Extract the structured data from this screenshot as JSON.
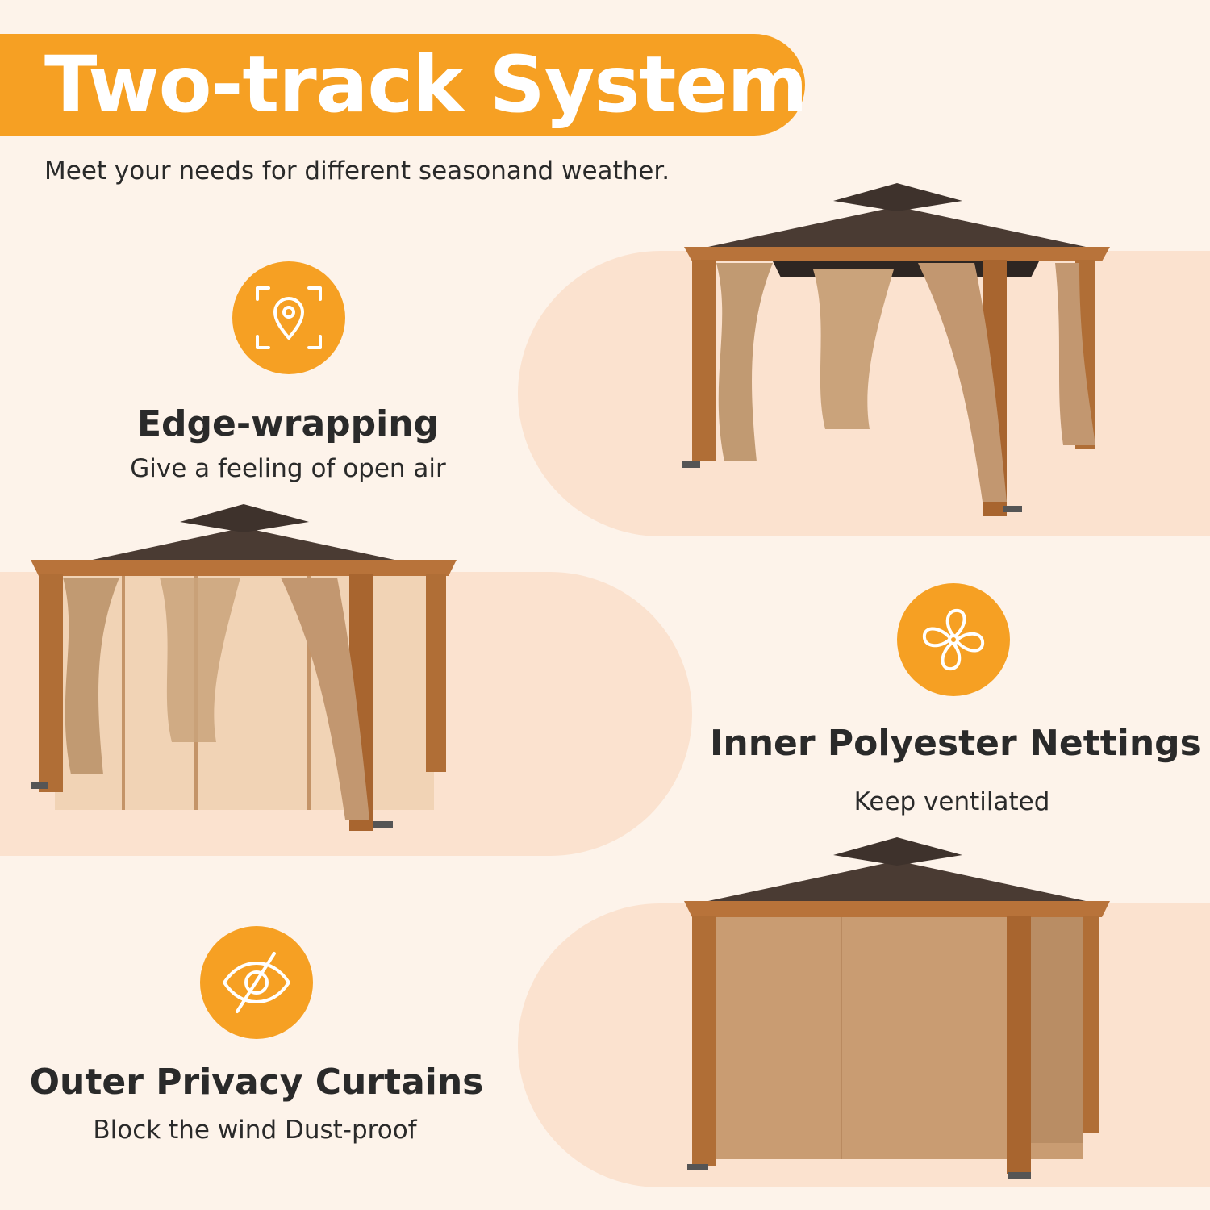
{
  "header": {
    "title": "Two-track System",
    "subtitle": "Meet your needs for different seasonand weather."
  },
  "colors": {
    "accent": "#f6a023",
    "background": "#fdf3ea",
    "panel": "#fbe2cf",
    "text": "#2a2a2a"
  },
  "features": [
    {
      "icon": "location-focus-icon",
      "title": "Edge-wrapping",
      "description": "Give a feeling of open air"
    },
    {
      "icon": "fan-icon",
      "title": "Inner Polyester Nettings",
      "description": "Keep ventilated"
    },
    {
      "icon": "eye-off-icon",
      "title": "Outer Privacy Curtains",
      "description": "Block the wind Dust-proof"
    }
  ]
}
